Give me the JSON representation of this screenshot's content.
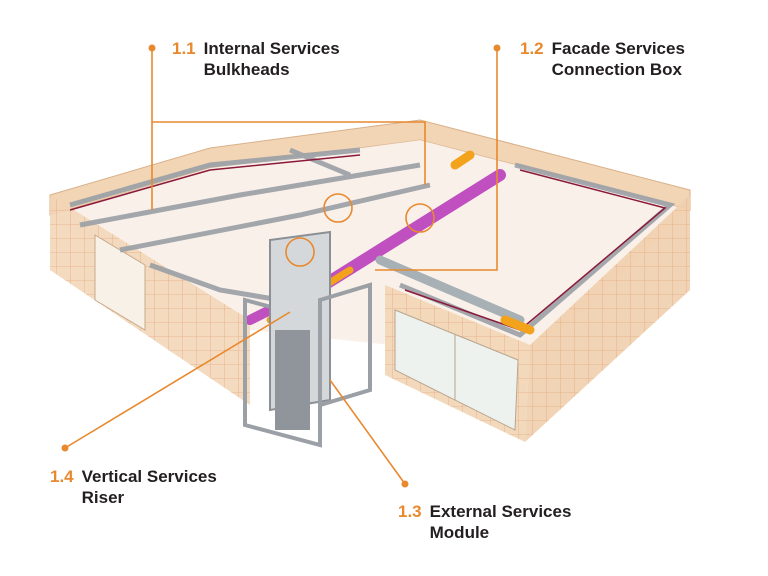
{
  "colors": {
    "accent": "#e8892e",
    "text": "#231f20",
    "wall": "#f2d5b5",
    "duct": "#c04fc0",
    "frame": "#9aa0a6"
  },
  "labels": [
    {
      "num": "1.1",
      "line1": "Internal Services",
      "line2": "Bulkheads"
    },
    {
      "num": "1.2",
      "line1": "Facade Services",
      "line2": "Connection Box"
    },
    {
      "num": "1.3",
      "line1": "External Services",
      "line2": "Module"
    },
    {
      "num": "1.4",
      "line1": "Vertical Services",
      "line2": "Riser"
    }
  ]
}
